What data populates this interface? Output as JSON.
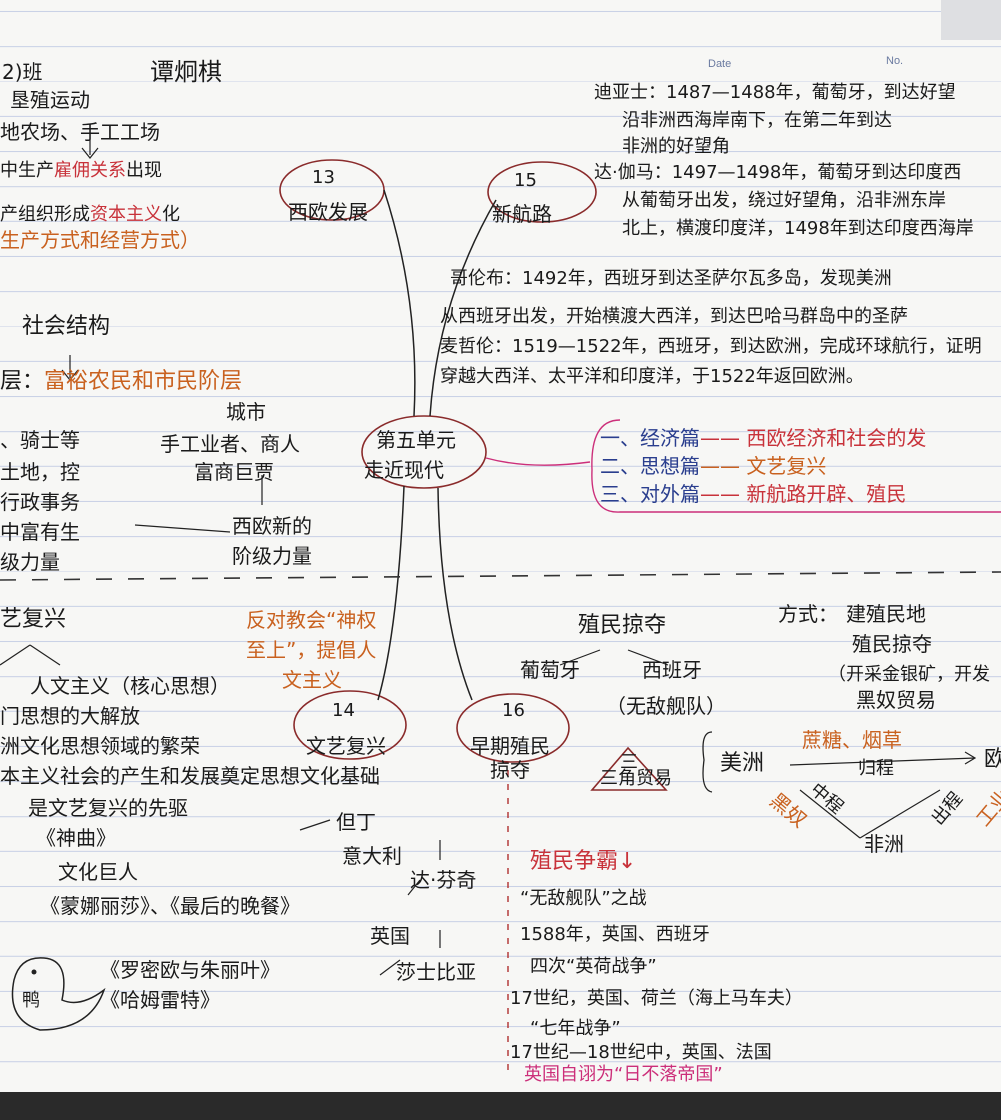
{
  "header": {
    "class_label": "2)班",
    "student_name": "谭炯棋",
    "date_label": "Date",
    "no_label": "No."
  },
  "center": {
    "line1": "第五单元",
    "line2": "走近现代"
  },
  "circles": {
    "c13": {
      "num": "13",
      "title": "西欧发展"
    },
    "c15": {
      "num": "15",
      "title": "新航路"
    },
    "c14": {
      "num": "14",
      "title": "文艺复兴"
    },
    "c16": {
      "num": "16",
      "title": "早期殖民",
      "sub": "掠夺"
    }
  },
  "left_top": {
    "l1": "垦殖运动",
    "l2": "地农场、手工工场",
    "l3a": "中生产",
    "l3b": "雇佣关系",
    "l3c": "出现",
    "l4a": "产组织形成",
    "l4b": "资本主义",
    "l4c": "化",
    "l5": "生产方式和经营方式）",
    "society": "社会结构",
    "stratum_a": "层：",
    "stratum_b": "富裕农民和市民阶层",
    "city": "城市",
    "city_people": "手工业者、商人",
    "city_rich": "富商巨贾",
    "knights1": "、骑士等",
    "knights2": "土地，控",
    "knights3": "行政事务",
    "knights4": "中富有生",
    "knights5": "级力量",
    "new_class1": "西欧新的",
    "new_class2": "阶级力量"
  },
  "right_top": {
    "dias1": "迪亚士：1487—1488年，葡萄牙，到达好望",
    "dias2": "沿非洲西海岸南下，在第二年到达",
    "dias3": "非洲的好望角",
    "gama1": "达·伽马：1497—1498年，葡萄牙到达印度西",
    "gama2": "从葡萄牙出发，绕过好望角，沿非洲东岸",
    "gama3": "北上，横渡印度洋，1498年到达印度西海岸",
    "col1": "哥伦布：1492年，西班牙到达圣萨尔瓦多岛，发现美洲",
    "col2": "从西班牙出发，开始横渡大西洋，到达巴哈马群岛中的圣萨",
    "mag1": "麦哲伦：1519—1522年，西班牙，到达欧洲，完成环球航行，证明",
    "mag2": "穿越大西洋、太平洋和印度洋，于1522年返回欧洲。"
  },
  "summary": {
    "s1a": "一、经济篇",
    "s1b": "—— 西欧经济和社会的发",
    "s2a": "二、思想篇",
    "s2b": "—— 文艺复兴",
    "s3a": "三、对外篇",
    "s3b": "—— 新航路开辟、殖民"
  },
  "left_bottom": {
    "renaissance": "艺复兴",
    "humanism": "人文主义（核心思想）",
    "l1": "门思想的大解放",
    "l2": "洲文化思想领域的繁荣",
    "l3": "本主义社会的产生和发展奠定思想文化基础",
    "l4": "是文艺复兴的先驱",
    "l5": "《神曲》",
    "l6": "文化巨人",
    "l7": "《蒙娜丽莎》、《最后的晚餐》",
    "l8": "《罗密欧与朱丽叶》",
    "l9": "《哈姆雷特》",
    "duck": "鸭",
    "oppose1": "反对教会“神权",
    "oppose2": "至上”，提倡人",
    "oppose3": "文主义"
  },
  "italy": {
    "dante": "但丁",
    "italy": "意大利",
    "davinci": "达·芬奇",
    "england": "英国",
    "shakespeare": "莎士比亚"
  },
  "colonial": {
    "title": "殖民掠夺",
    "portugal": "葡萄牙",
    "spain": "西班牙",
    "armada": "（无敌舰队）",
    "method_label": "方式：",
    "method1": "建殖民地",
    "method2": "殖民掠夺",
    "method3": "（开采金银矿，开发",
    "method4": "黑奴贸易",
    "triangle_label": "三角贸易",
    "triangle_num": "三",
    "americas": "美洲",
    "goods": "蔗糖、烟草",
    "return": "归程",
    "europe": "欧",
    "africa": "非洲",
    "slaves": "黑奴",
    "middle": "中程",
    "outbound": "出程",
    "manuf": "工业品"
  },
  "struggle": {
    "title": "殖民争霸↓",
    "l1": "“无敌舰队”之战",
    "l2": "1588年，英国、西班牙",
    "l3": "四次“英荷战争”",
    "l4": "17世纪，英国、荷兰（海上马车夫）",
    "l5": "“七年战争”",
    "l6": "17世纪—18世纪中，英国、法国",
    "l7": "英国自诩为“日不落帝国”"
  }
}
